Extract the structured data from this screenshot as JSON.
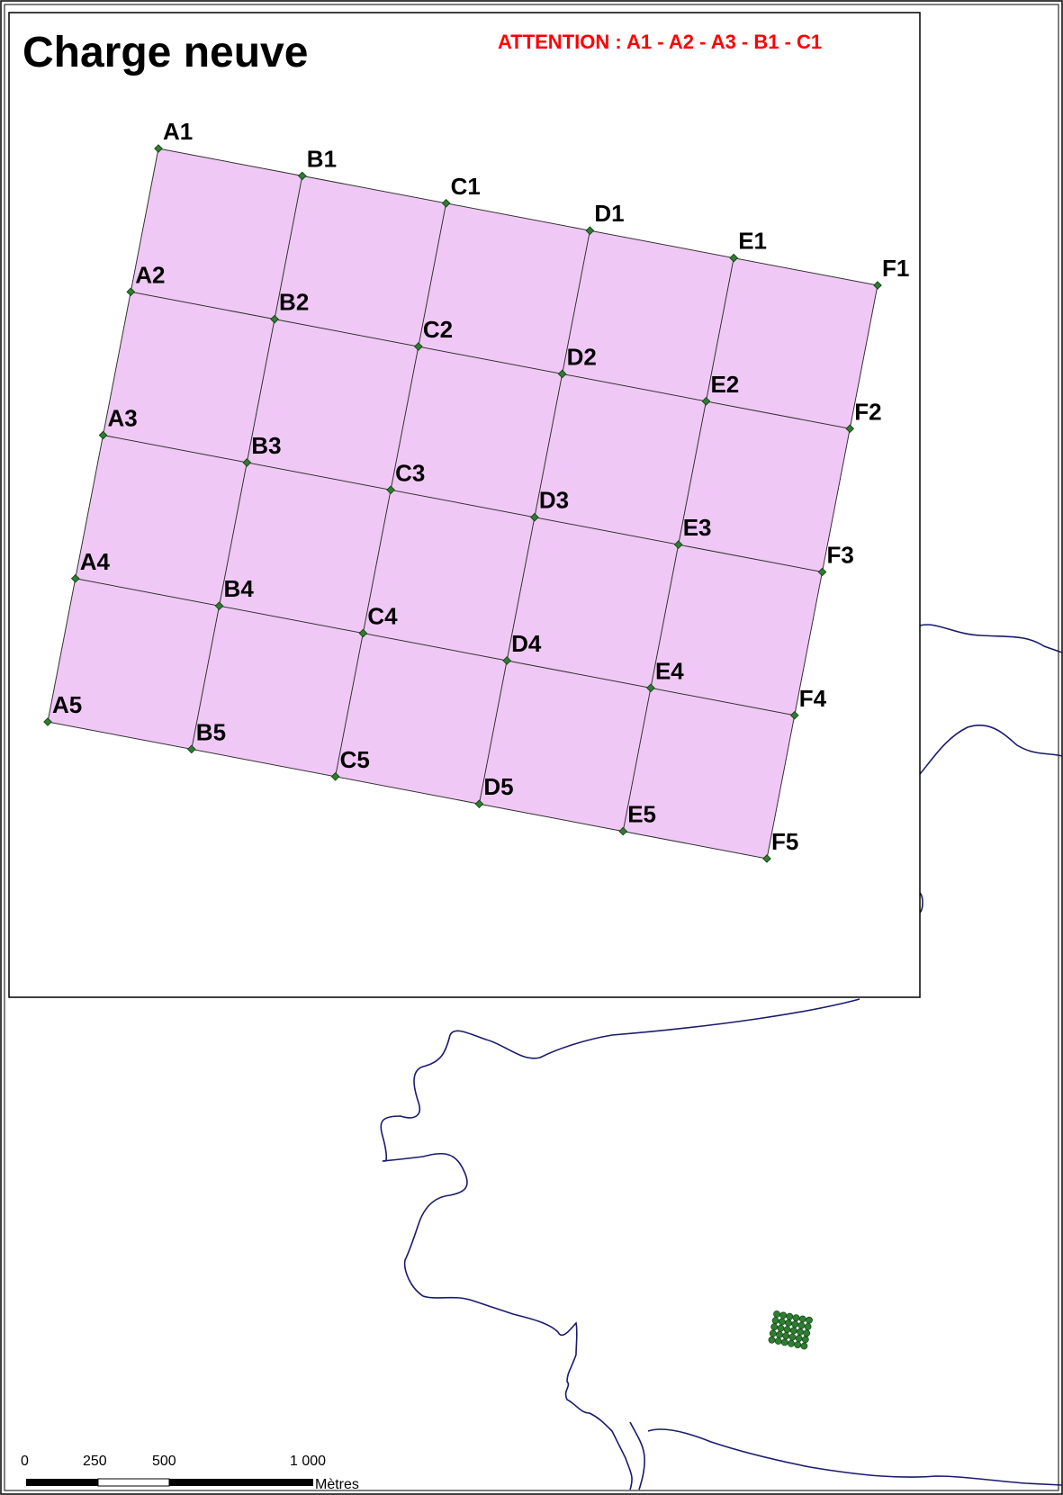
{
  "inset": {
    "title": "Charge neuve",
    "warning": "ATTENTION : A1 - A2 - A3 - B1 - C1"
  },
  "grid": {
    "columns": [
      "A",
      "B",
      "C",
      "D",
      "E",
      "F"
    ],
    "rows": [
      "1",
      "2",
      "3",
      "4",
      "5"
    ],
    "labels": [
      "A1",
      "B1",
      "C1",
      "D1",
      "E1",
      "F1",
      "A2",
      "B2",
      "C2",
      "D2",
      "E2",
      "F2",
      "A3",
      "B3",
      "C3",
      "D3",
      "E3",
      "F3",
      "A4",
      "B4",
      "C4",
      "D4",
      "E4",
      "F4",
      "A5",
      "B5",
      "C5",
      "D5",
      "E5",
      "F5"
    ]
  },
  "scale_bar": {
    "ticks": [
      "0",
      "250",
      "500",
      "1 000"
    ],
    "unit": "Mètres"
  },
  "colors": {
    "cell_fill": "#f0c8f5",
    "grid_line": "#333333",
    "point": "#2e7d32",
    "coastline": "#1a1a6e",
    "warning": "#ff0000"
  }
}
